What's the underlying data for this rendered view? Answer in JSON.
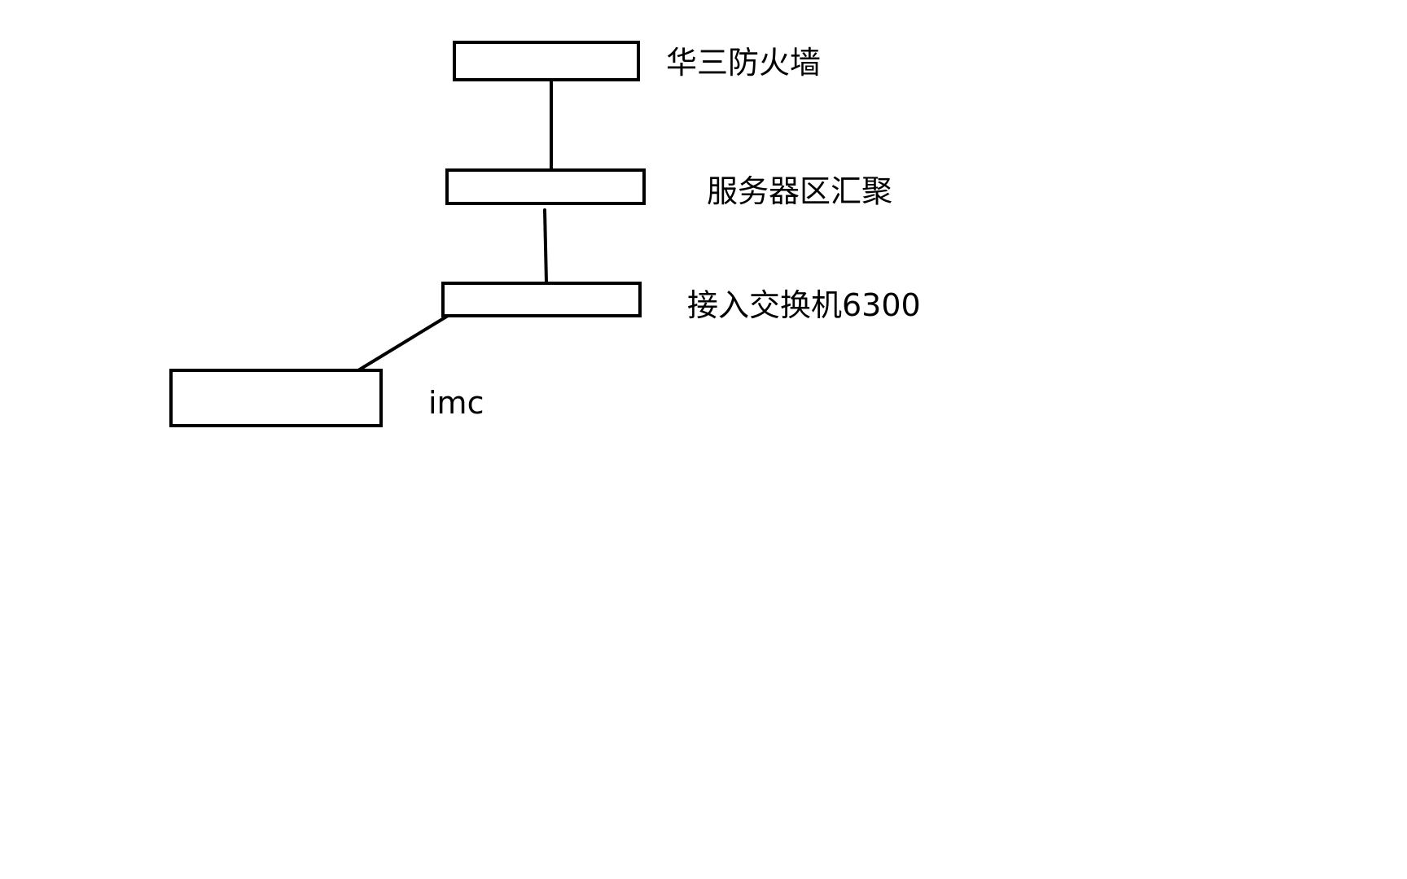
{
  "diagram": {
    "nodes": [
      {
        "id": "firewall",
        "label": "华三防火墙"
      },
      {
        "id": "aggregation",
        "label": "服务器区汇聚"
      },
      {
        "id": "access",
        "label": "接入交换机6300"
      },
      {
        "id": "imc",
        "label": "imc"
      }
    ],
    "edges": [
      {
        "from": "firewall",
        "to": "aggregation"
      },
      {
        "from": "aggregation",
        "to": "access"
      },
      {
        "from": "access",
        "to": "imc"
      }
    ],
    "colors": {
      "stroke": "#000000",
      "background": "#ffffff",
      "text": "#000000"
    }
  }
}
